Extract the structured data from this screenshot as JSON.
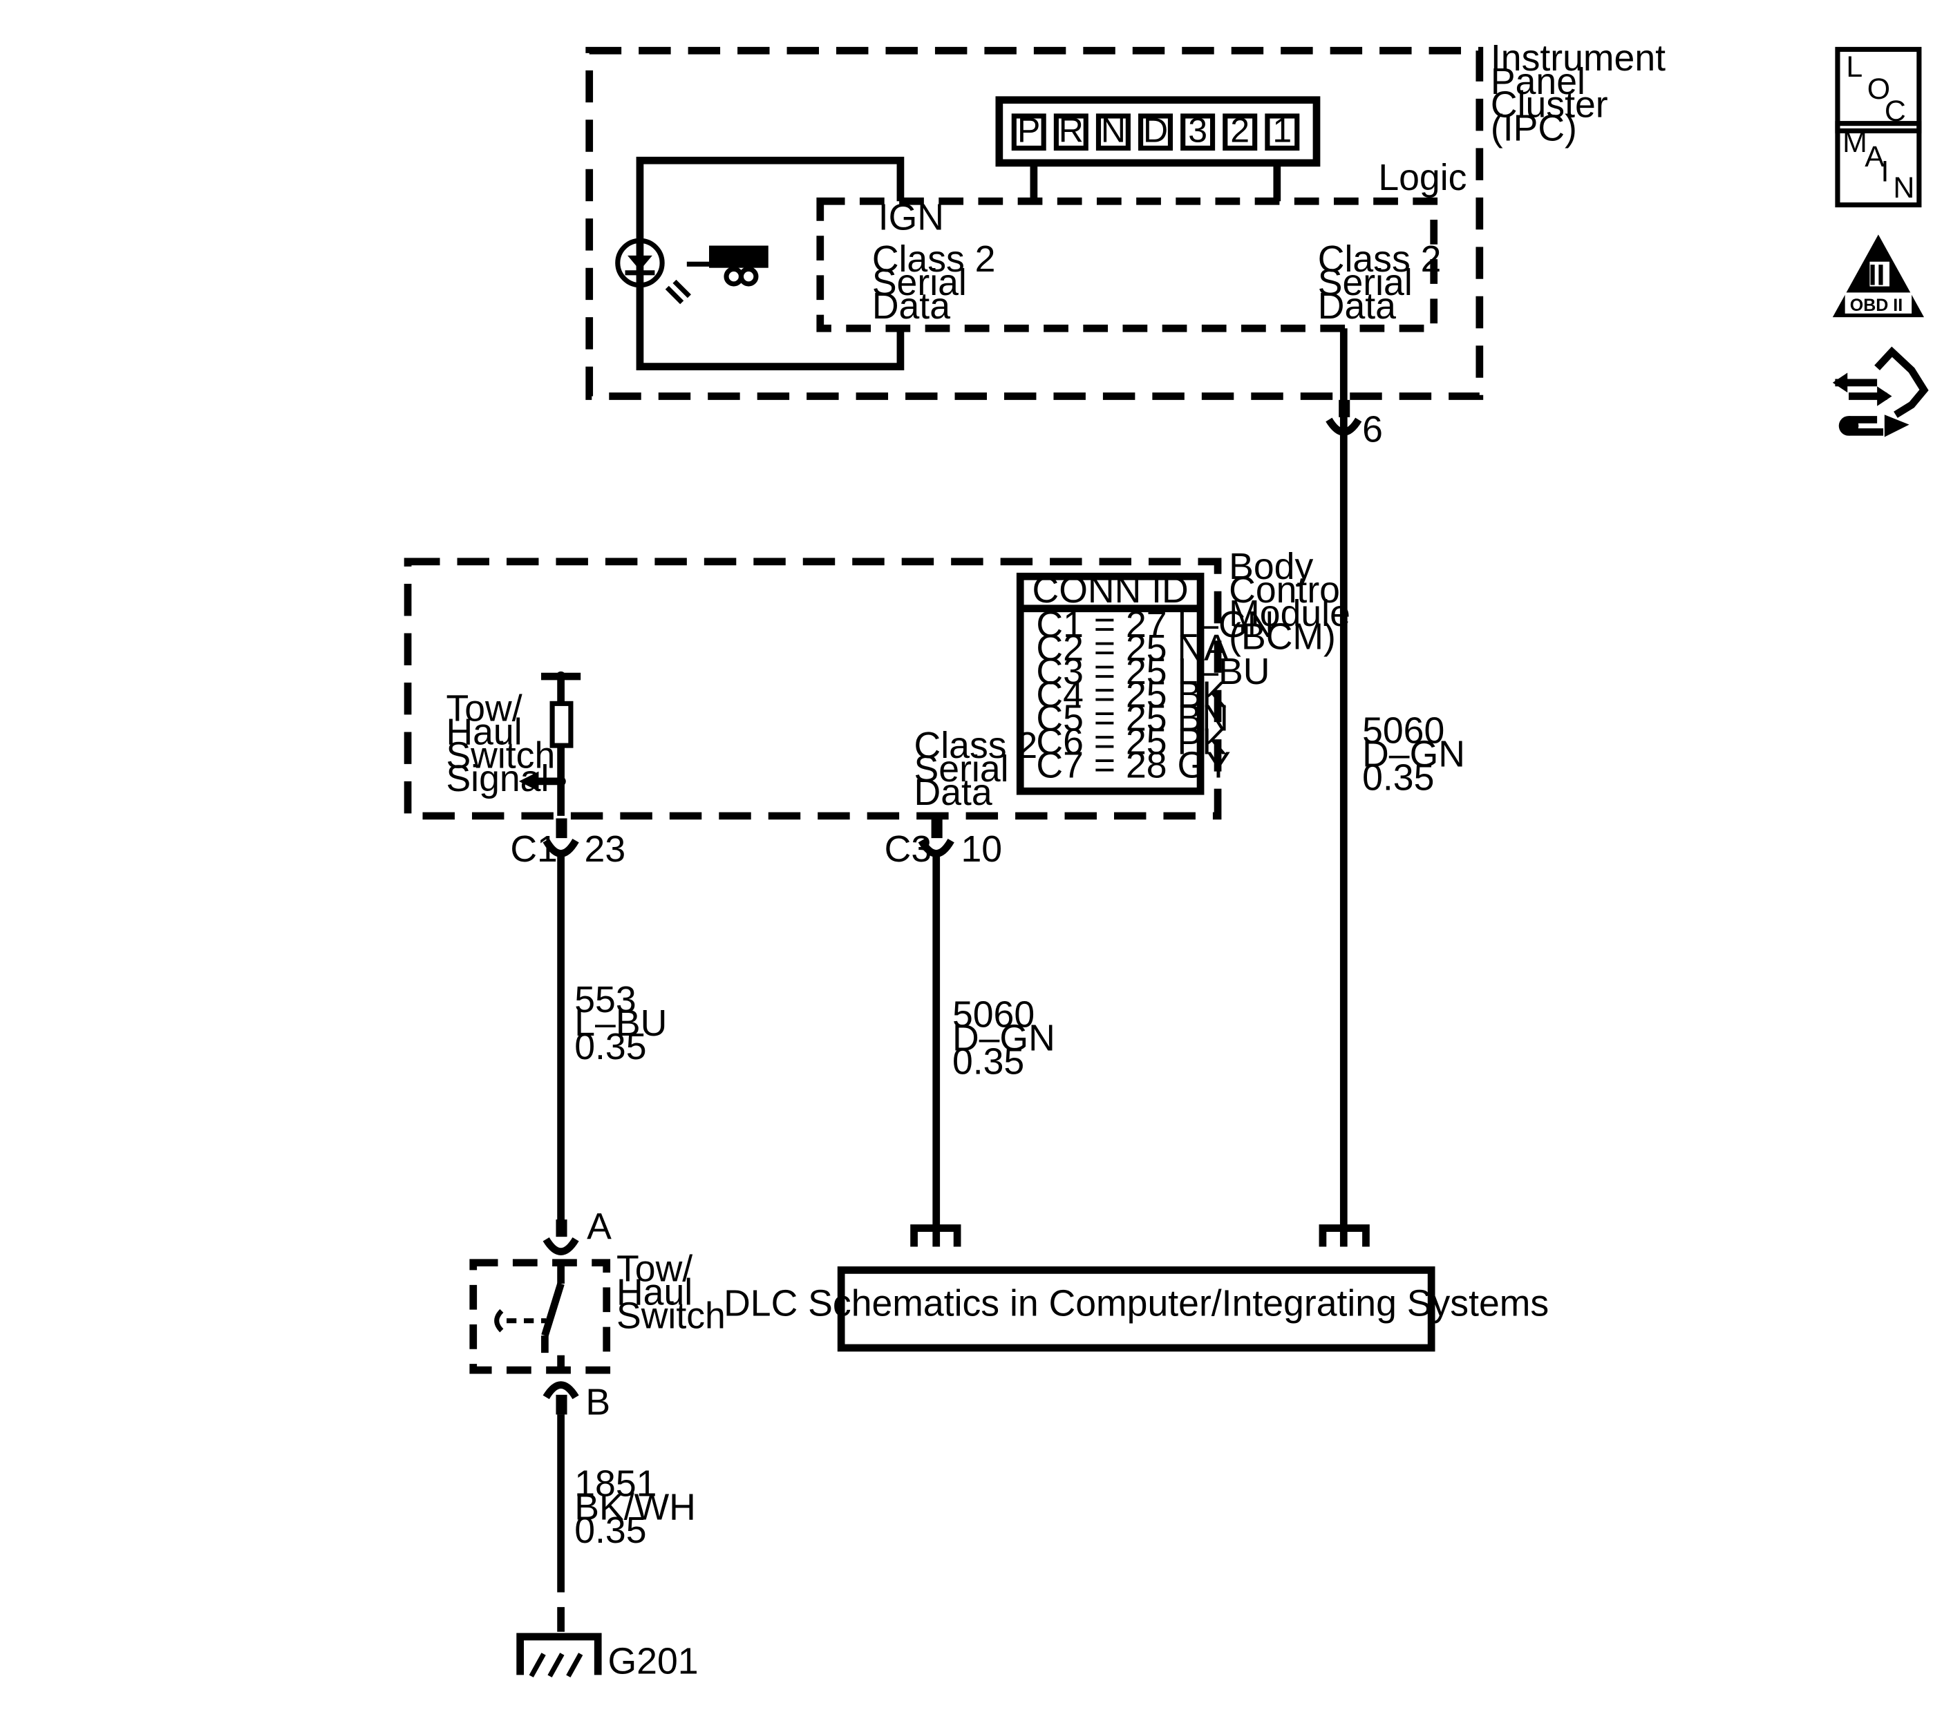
{
  "nav_icons": [
    {
      "name": "loc-icon",
      "letters": [
        "L",
        "O",
        "C"
      ]
    },
    {
      "name": "main-icon",
      "letters": [
        "M",
        "A",
        "I",
        "N"
      ]
    },
    {
      "name": "obd-icon",
      "top": "II",
      "bottom": "OBD II"
    },
    {
      "name": "diagnostic-icon"
    }
  ],
  "ipc": {
    "title": [
      "Instrument",
      "Panel",
      "Cluster",
      "(IPC)"
    ],
    "logic_label": "Logic",
    "prnd_cells": [
      "P",
      "R",
      "N",
      "D",
      "3",
      "2",
      "1"
    ],
    "ign_label": "IGN",
    "left_serial": [
      "Class 2",
      "Serial",
      "Data"
    ],
    "right_serial": [
      "Class 2",
      "Serial",
      "Data"
    ],
    "connector_pin": "6"
  },
  "bcm": {
    "title": [
      "Body",
      "Control",
      "Module",
      "(BCM)"
    ],
    "conn_id_title": "CONN ID",
    "conn_ids": [
      "C1 = 27 L–GN",
      "C2 = 25 NA",
      "C3 = 25 L–BU",
      "C4 = 25 BK",
      "C5 = 25 BN",
      "C6 = 25 PK",
      "C7 = 28 GY"
    ],
    "tow_haul_signal": [
      "Tow/",
      "Haul",
      "Switch",
      "Signal"
    ],
    "serial_data": [
      "Class 2",
      "Serial",
      "Data"
    ],
    "c1_label": "C1",
    "c1_pin": "23",
    "c3_label": "C3",
    "c3_pin": "10"
  },
  "wires": {
    "w553": [
      "553",
      "L–BU",
      "0.35"
    ],
    "w5060_left": [
      "5060",
      "D–GN",
      "0.35"
    ],
    "w5060_right": [
      "5060",
      "D–GN",
      "0.35"
    ],
    "w1851": [
      "1851",
      "BK/WH",
      "0.35"
    ]
  },
  "switch": {
    "title": [
      "Tow/",
      "Haul",
      "Switch"
    ],
    "pin_a": "A",
    "pin_b": "B"
  },
  "ground_label": "G201",
  "dlc_label": "DLC Schematics in Computer/Integrating Systems"
}
